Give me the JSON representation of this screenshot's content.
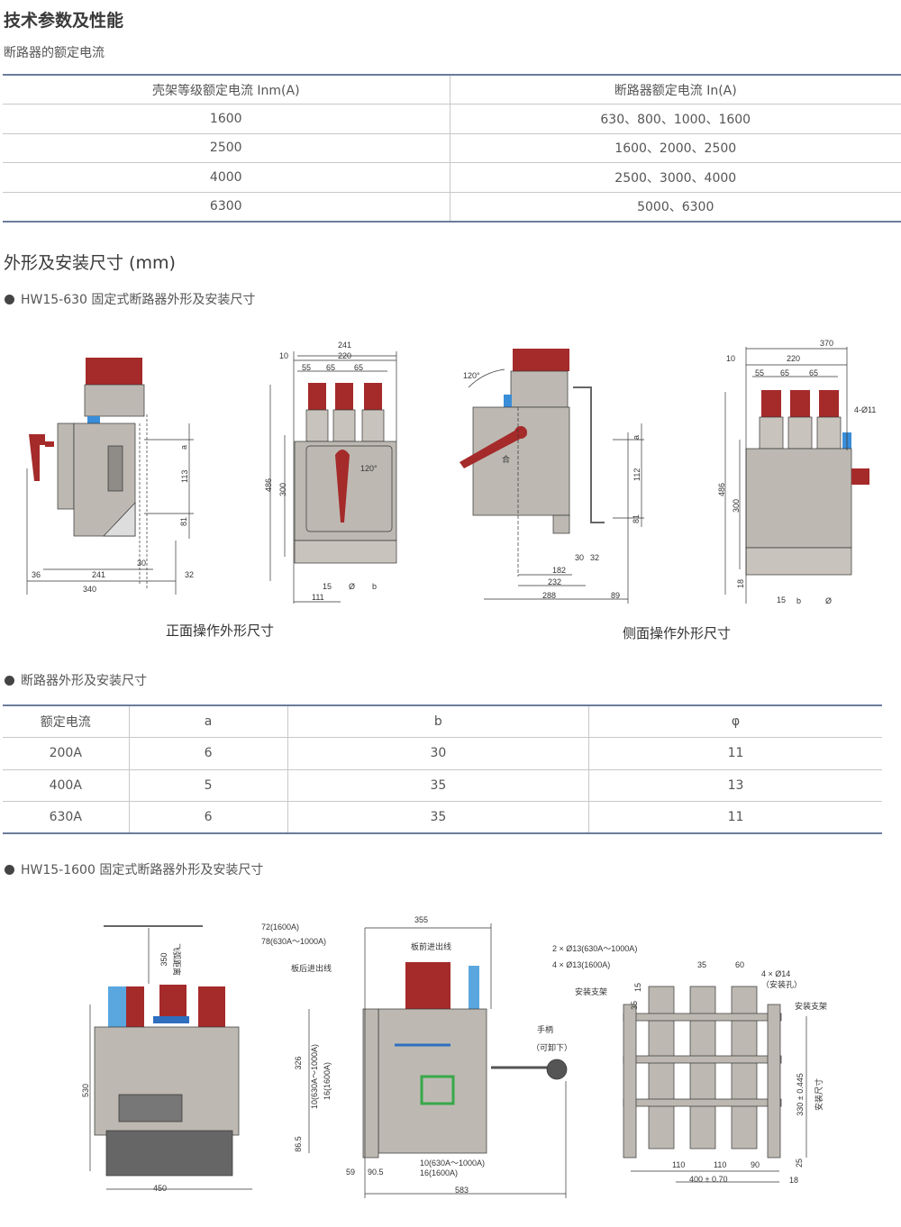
{
  "title": "技术参数及性能",
  "subtitle": "断路器的额定电流",
  "table1": {
    "headers": [
      "壳架等级额定电流 Inm(A)",
      "断路器额定电流 In(A)"
    ],
    "rows": [
      [
        "1600",
        "630、800、1000、1600"
      ],
      [
        "2500",
        "1600、2000、2500"
      ],
      [
        "4000",
        "2500、3000、4000"
      ],
      [
        "6300",
        "5000、6300"
      ]
    ]
  },
  "section2": "外形及安装尺寸 (mm)",
  "bullet1": "HW15-630 固定式断路器外形及安装尺寸",
  "caption_front": "正面操作外形尺寸",
  "caption_side": "侧面操作外形尺寸",
  "dims630": {
    "a": "a",
    "d113": "113",
    "d81": "81",
    "d30": "30",
    "d36": "36",
    "d241": "241",
    "d32": "32",
    "d340": "340",
    "d10": "10",
    "d220": "220",
    "d55": "55",
    "d65": "65",
    "d486": "486",
    "d300": "300",
    "d120": "120°",
    "d15": "15",
    "b": "b",
    "phi": "Ø",
    "d111": "111",
    "d112": "112",
    "d182": "182",
    "d232": "232",
    "d288": "288",
    "d89": "89",
    "d370": "370",
    "d4phi11": "4-Ø11",
    "d18": "18",
    "he": "合"
  },
  "bullet2": "断路器外形及安装尺寸",
  "table2": {
    "headers": [
      "额定电流",
      "a",
      "b",
      "φ"
    ],
    "rows": [
      [
        "200A",
        "6",
        "30",
        "11"
      ],
      [
        "400A",
        "5",
        "35",
        "13"
      ],
      [
        "630A",
        "6",
        "35",
        "11"
      ]
    ]
  },
  "bullet3": "HW15-1600 固定式断路器外形及安装尺寸",
  "dims1600": {
    "d350": "350",
    "arc": "飞弧距离",
    "d530": "530",
    "d450": "450",
    "d72": "72(1600A)",
    "d78": "78(630A～1000A)",
    "d355": "355",
    "front": "板前进出线",
    "back": "板后进出线",
    "d326": "326",
    "d10a": "10(630A～1000A)",
    "d16a": "16(1600A)",
    "d865": "86.5",
    "handle": "手柄",
    "removable": "（可卸下）",
    "d59": "59",
    "d905": "90.5",
    "d10b": "10(630A～1000A)",
    "d16b": "16(1600A)",
    "d583": "583",
    "h1": "2 × Ø13(630A～1000A)",
    "h2": "4 × Ø13(1600A)",
    "d35": "35",
    "d60": "60",
    "d15": "15",
    "d4x14": "4 × Ø14",
    "hole": "（安装孔）",
    "bracket": "安装支架",
    "bracket2": "安装支架",
    "d330": "330 ± 0.445",
    "size": "安装尺寸",
    "d110": "110",
    "d90": "90",
    "d400": "400 ± 0.70",
    "d25": "25",
    "d18": "18"
  },
  "colors": {
    "red": "#a52a2a",
    "gray": "#bdb9b2",
    "rule": "#6b7c9c"
  }
}
